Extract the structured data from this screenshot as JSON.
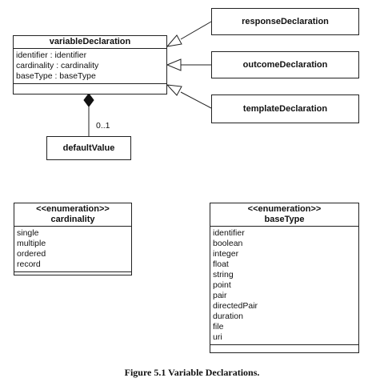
{
  "variableDeclaration": {
    "name": "variableDeclaration",
    "attributes": [
      "identifier : identifier",
      "cardinality : cardinality",
      "baseType : baseType"
    ]
  },
  "subclasses": [
    "responseDeclaration",
    "outcomeDeclaration",
    "templateDeclaration"
  ],
  "defaultValue": {
    "name": "defaultValue",
    "multiplicity": "0..1"
  },
  "cardinalityEnum": {
    "stereotype": "<<enumeration>>",
    "name": "cardinality",
    "literals": [
      "single",
      "multiple",
      "ordered",
      "record"
    ]
  },
  "baseTypeEnum": {
    "stereotype": "<<enumeration>>",
    "name": "baseType",
    "literals": [
      "identifier",
      "boolean",
      "integer",
      "float",
      "string",
      "point",
      "pair",
      "directedPair",
      "duration",
      "file",
      "uri"
    ]
  },
  "caption": "Figure 5.1 Variable Declarations."
}
